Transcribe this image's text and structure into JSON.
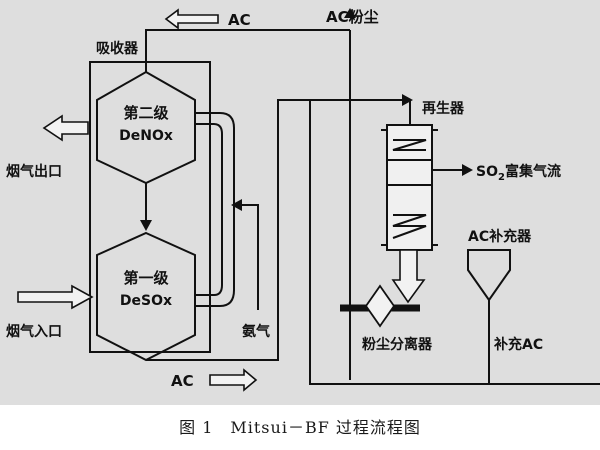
{
  "diagram": {
    "labels": {
      "ac_top_arrow": "AC",
      "absorber": "吸收器",
      "ac_dust": "AC粉尘",
      "regenerator": "再生器",
      "so2_flow_prefix": "SO",
      "so2_flow_sub": "2",
      "so2_flow_suffix": "富集气流",
      "ac_replenisher": "AC补充器",
      "flue_gas_outlet": "烟气出口",
      "flue_gas_inlet": "烟气入口",
      "ammonia": "氨气",
      "dust_separator": "粉尘分离器",
      "makeup_ac": "补充AC",
      "ac_bottom_arrow": "AC",
      "stage2_line1": "第二级",
      "stage2_line2": "DeNOx",
      "stage1_line1": "第一级",
      "stage1_line2": "DeSOx"
    },
    "colors": {
      "background": "#dedede",
      "line": "#111111"
    }
  },
  "caption": "图 1　Mitsui－BF 过程流程图"
}
